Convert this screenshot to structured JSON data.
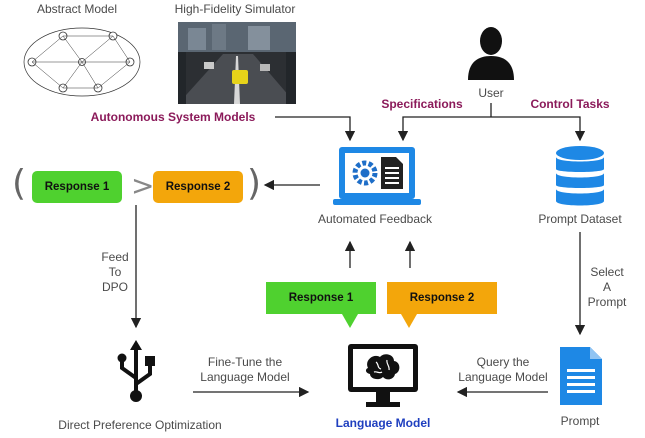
{
  "top": {
    "abstract_model_label": "Abstract Model",
    "simulator_label": "High-Fidelity Simulator",
    "autonomous_models_label": "Autonomous System Models"
  },
  "user": {
    "label": "User",
    "specifications_label": "Specifications",
    "control_tasks_label": "Control Tasks"
  },
  "ranking": {
    "open_paren": "(",
    "close_paren": ")",
    "response1": "Response 1",
    "gt": ">",
    "response2": "Response 2"
  },
  "feedback": {
    "label": "Automated Feedback"
  },
  "dataset": {
    "label": "Prompt Dataset"
  },
  "feed_to_dpo": [
    "Feed",
    "To",
    "DPO"
  ],
  "select_prompt": [
    "Select",
    "A",
    "Prompt"
  ],
  "responses": {
    "response1": "Response 1",
    "response2": "Response 2"
  },
  "bottom": {
    "dpo_label": "Direct Preference Optimization",
    "finetune_label": [
      "Fine-Tune the",
      "Language Model"
    ],
    "lm_label": "Language Model",
    "query_label": [
      "Query the",
      "Language Model"
    ],
    "prompt_label": "Prompt"
  },
  "colors": {
    "green": "#4fd12f",
    "orange": "#f3a60b",
    "blue_icon": "#1e88e5",
    "purple": "#8b1a5a",
    "lm_blue": "#1f3fbf"
  }
}
